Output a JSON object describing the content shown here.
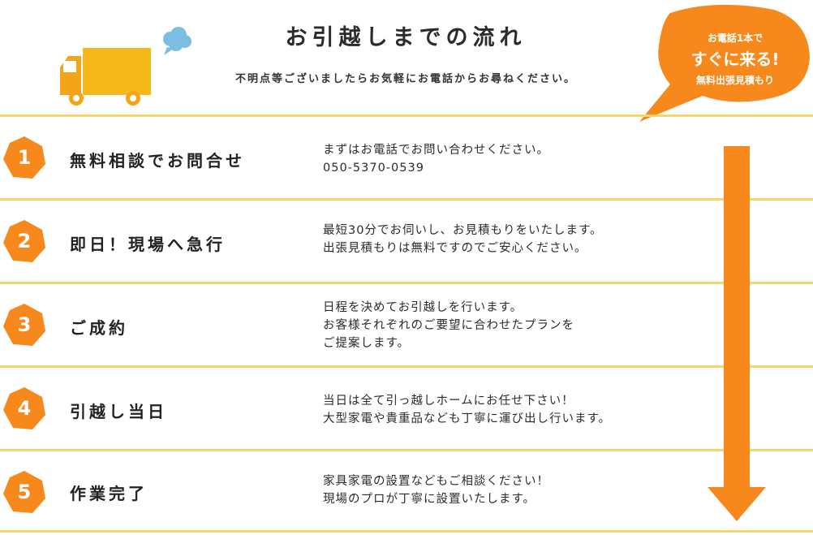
{
  "header": {
    "title": "お引越しまでの流れ",
    "subtitle": "不明点等ございましたらお気軽にお電話からお尋ねください。",
    "bubble": {
      "line1": "お電話1本で",
      "line2": "すぐに来る!",
      "line3": "無料出張見積もり"
    }
  },
  "colors": {
    "accent_orange": "#f7891c",
    "truck_yellow": "#f6b91c",
    "divider_yellow": "#f7d46c",
    "cloud_blue": "#7bbde3"
  },
  "icons": [
    "truck-icon",
    "cloud-icon",
    "arrow-down-icon"
  ],
  "steps": [
    {
      "number": "1",
      "title": "無料相談でお問合せ",
      "lines": [
        "まずはお電話でお問い合わせください。",
        "050-5370-0539"
      ]
    },
    {
      "number": "2",
      "title": "即日！現場へ急行",
      "lines": [
        "最短30分でお伺いし、お見積もりをいたします。",
        "出張見積もりは無料ですのでご安心ください。"
      ]
    },
    {
      "number": "3",
      "title": "ご成約",
      "lines": [
        "日程を決めてお引越しを行います。",
        "お客様それぞれのご要望に合わせたプランを",
        "ご提案します。"
      ]
    },
    {
      "number": "4",
      "title": "引越し当日",
      "lines": [
        "当日は全て引っ越しホームにお任せ下さい！",
        "大型家電や貴重品なども丁寧に運び出し行います。"
      ]
    },
    {
      "number": "5",
      "title": "作業完了",
      "lines": [
        "家具家電の設置などもご相談ください！",
        "現場のプロが丁寧に設置いたします。"
      ]
    }
  ]
}
